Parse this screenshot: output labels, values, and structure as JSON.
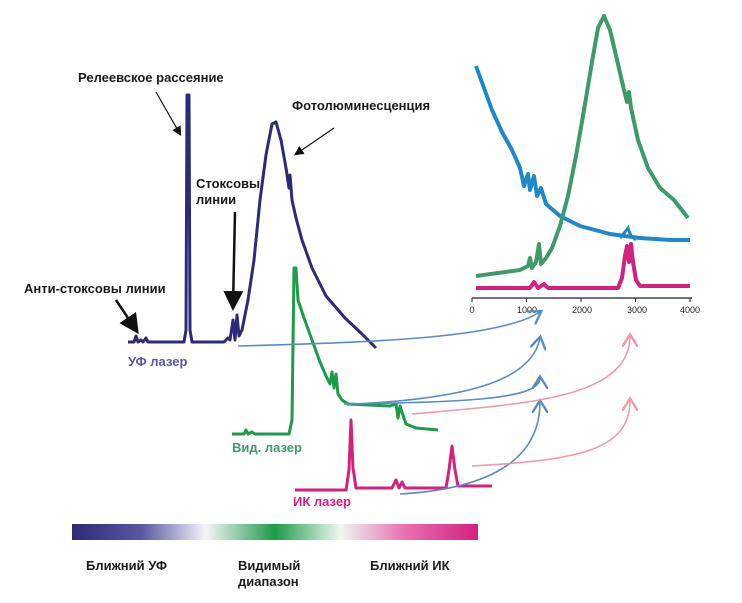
{
  "labels": {
    "rayleigh": "Релеевское рассеяние",
    "photolum": "Фотолюминесценция",
    "stokes": "Стоксовы линии",
    "antistokes": "Анти-стоксовы линии",
    "uv_laser": "УФ лазер",
    "vis_laser": "Вид. лазер",
    "ir_laser": "ИК лазер",
    "near_uv": "Ближний УФ",
    "visible_range": "Видимый диапазон",
    "near_ir": "Ближний ИК"
  },
  "axis": {
    "ticks": [
      "0",
      "1000",
      "2000",
      "3000",
      "4000"
    ]
  },
  "colors": {
    "uv": "#2e2a78",
    "visible": "#1d9a4a",
    "ir": "#d4207f",
    "inset_blue": "#1e88c8",
    "inset_green": "#3e9a6a",
    "arrow_blue": "#5a8cc4",
    "arrow_pink": "#ee9aa8",
    "uv_label": "#5b56a8",
    "vis_label": "#3e9a6a",
    "ir_label": "#d4207f"
  }
}
